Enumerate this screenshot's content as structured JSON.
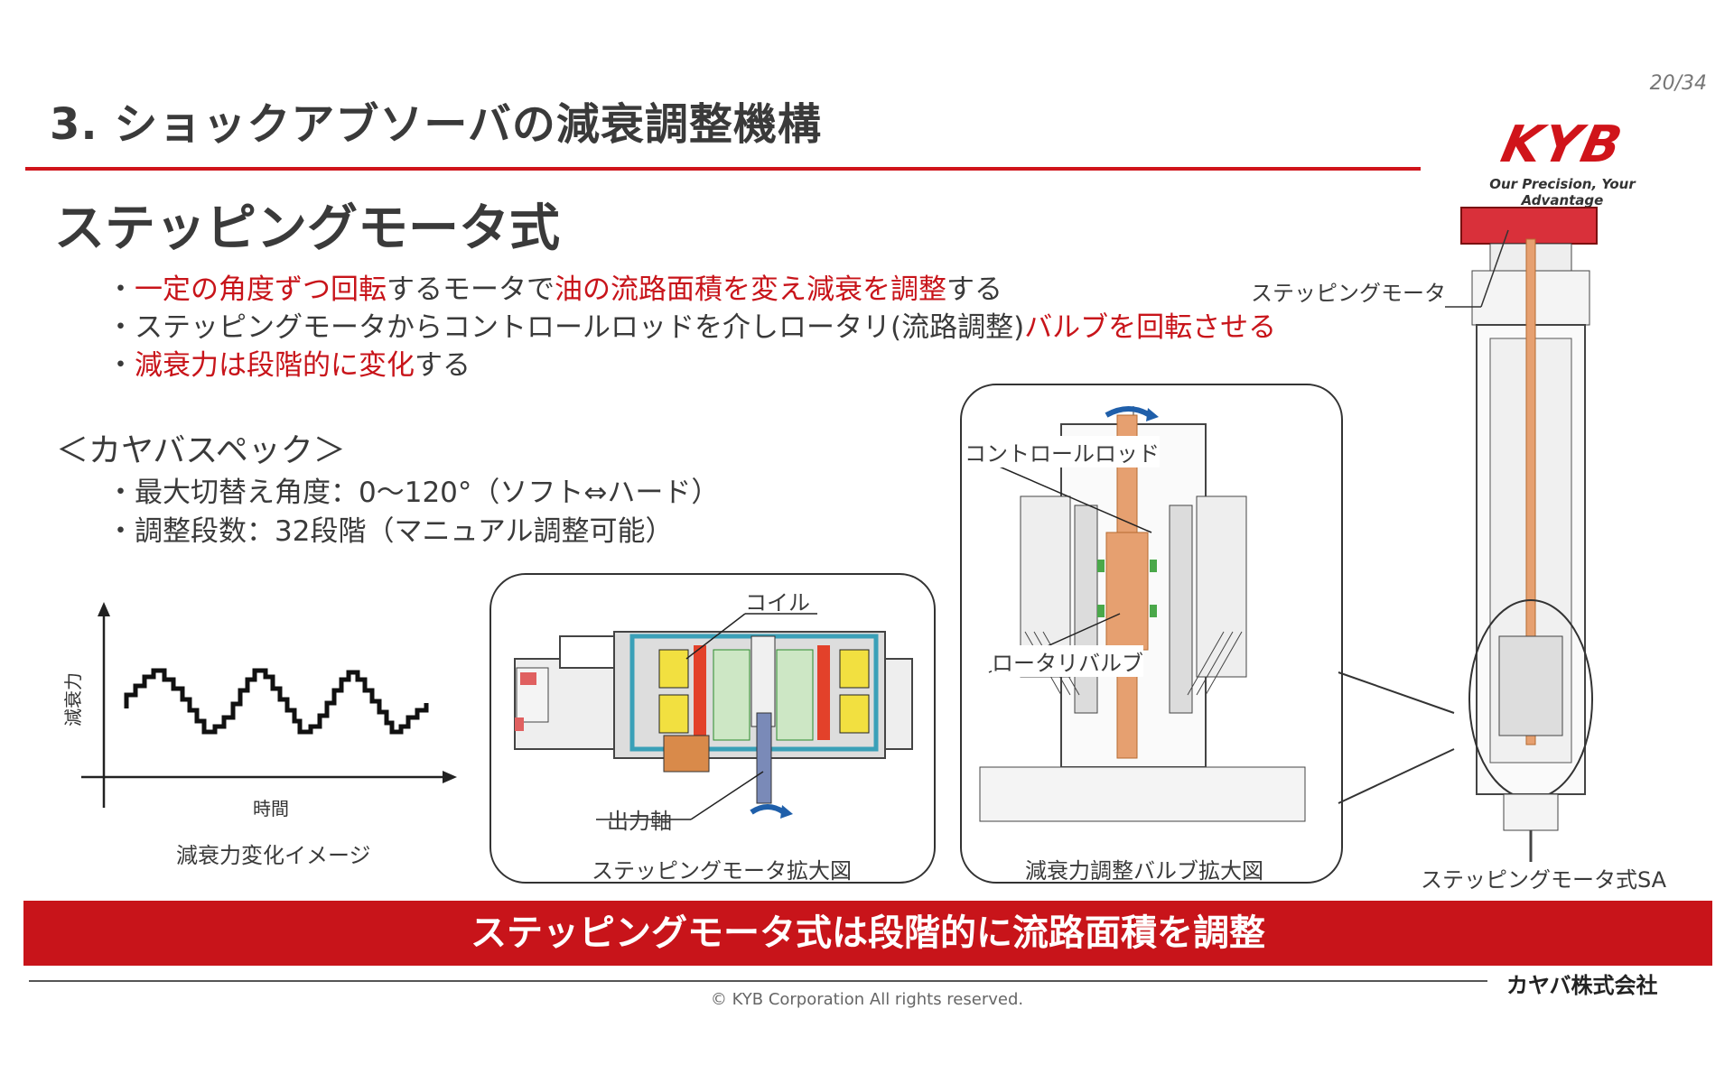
{
  "page_number": "20/34",
  "title": "3.  ショックアブソーバの減衰調整機構",
  "logo": {
    "mark": "KYB",
    "tagline": "Our Precision, Your Advantage"
  },
  "subtitle": "ステッピングモータ式",
  "bullets": [
    {
      "segments": [
        {
          "t": "・",
          "red": false
        },
        {
          "t": "一定の角度ずつ回転",
          "red": true
        },
        {
          "t": "するモータで",
          "red": false
        },
        {
          "t": "油の流路面積を変え減衰を調整",
          "red": true
        },
        {
          "t": "する",
          "red": false
        }
      ]
    },
    {
      "segments": [
        {
          "t": "・ステッピングモータからコントロールロッドを介しロータリ(流路調整)",
          "red": false
        },
        {
          "t": "バルブを回転させる",
          "red": true
        }
      ]
    },
    {
      "segments": [
        {
          "t": "・",
          "red": false
        },
        {
          "t": "減衰力は段階的に変化",
          "red": true
        },
        {
          "t": "する",
          "red": false
        }
      ]
    }
  ],
  "spec_heading": "＜カヤバスペック＞",
  "specs": [
    "・最大切替え角度：0～120°（ソフト⇔ハード）",
    "・調整段数：32段階（マニュアル調整可能）"
  ],
  "graph": {
    "ylabel": "減衰力",
    "xlabel": "時間",
    "caption": "減衰力変化イメージ"
  },
  "motor_panel": {
    "coil_label": "コイル",
    "shaft_label": "出力軸",
    "caption": "ステッピングモータ拡大図"
  },
  "valve_panel": {
    "rod_label": "コントロールロッド",
    "valve_label": "ロータリバルブ",
    "caption": "減衰力調整バルブ拡大図"
  },
  "shock": {
    "motor_label": "ステッピングモータ",
    "caption": "ステッピングモータ式SA"
  },
  "banner": "ステッピングモータ式は段階的に流路面積を調整",
  "company": "カヤバ株式会社",
  "copyright": "© KYB Corporation All rights reserved.",
  "colors": {
    "accent_red": "#c8141a",
    "rod_orange": "#d98a4a",
    "coil_yellow": "#f2e040",
    "teal": "#3aa0b8"
  }
}
